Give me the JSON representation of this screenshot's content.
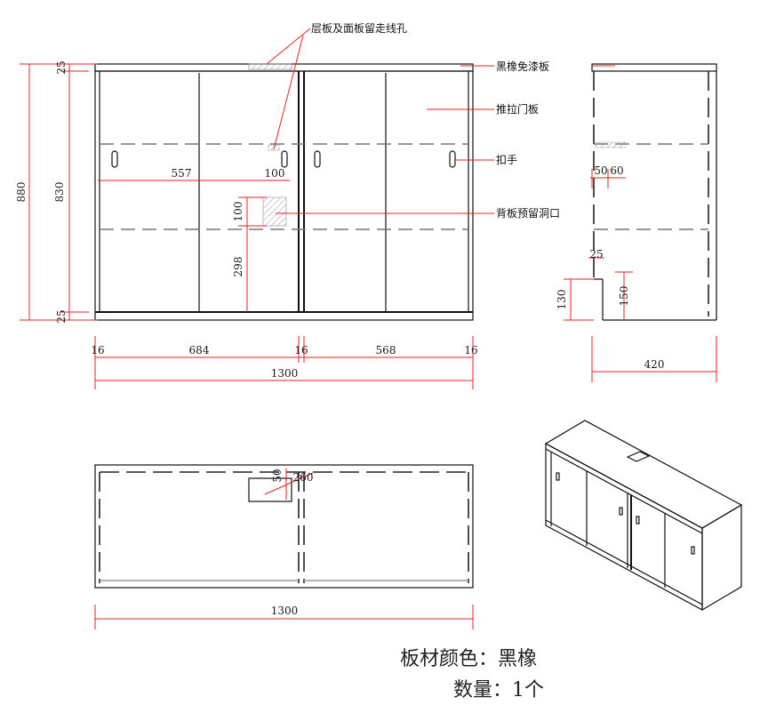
{
  "annotations": {
    "cable_hole": "层板及面板留走线孔",
    "top_panel": "黑橡免漆板",
    "sliding_door": "推拉门板",
    "handle": "扣手",
    "back_opening": "背板预留洞口"
  },
  "dimensions": {
    "front": {
      "total_height": "880",
      "inner_height": "830",
      "top_thickness": "25",
      "bottom_thickness": "25",
      "handle_offset": "557",
      "hole_width": "100",
      "hole_height": "100",
      "hole_elevation": "298",
      "side_left": "16",
      "left_bay": "684",
      "middle": "16",
      "right_bay": "568",
      "side_right": "16",
      "total_width": "1300"
    },
    "side": {
      "d1": "50",
      "d2": "60",
      "d3": "25",
      "d4": "130",
      "d5": "150",
      "depth": "420"
    },
    "top": {
      "d1": "50",
      "d2": "260",
      "total_width": "1300"
    }
  },
  "footer": {
    "material_label": "板材颜色：黑橡",
    "quantity_label": "数量：1个"
  },
  "colors": {
    "dimension": "#e8202a",
    "outline": "#111111"
  }
}
